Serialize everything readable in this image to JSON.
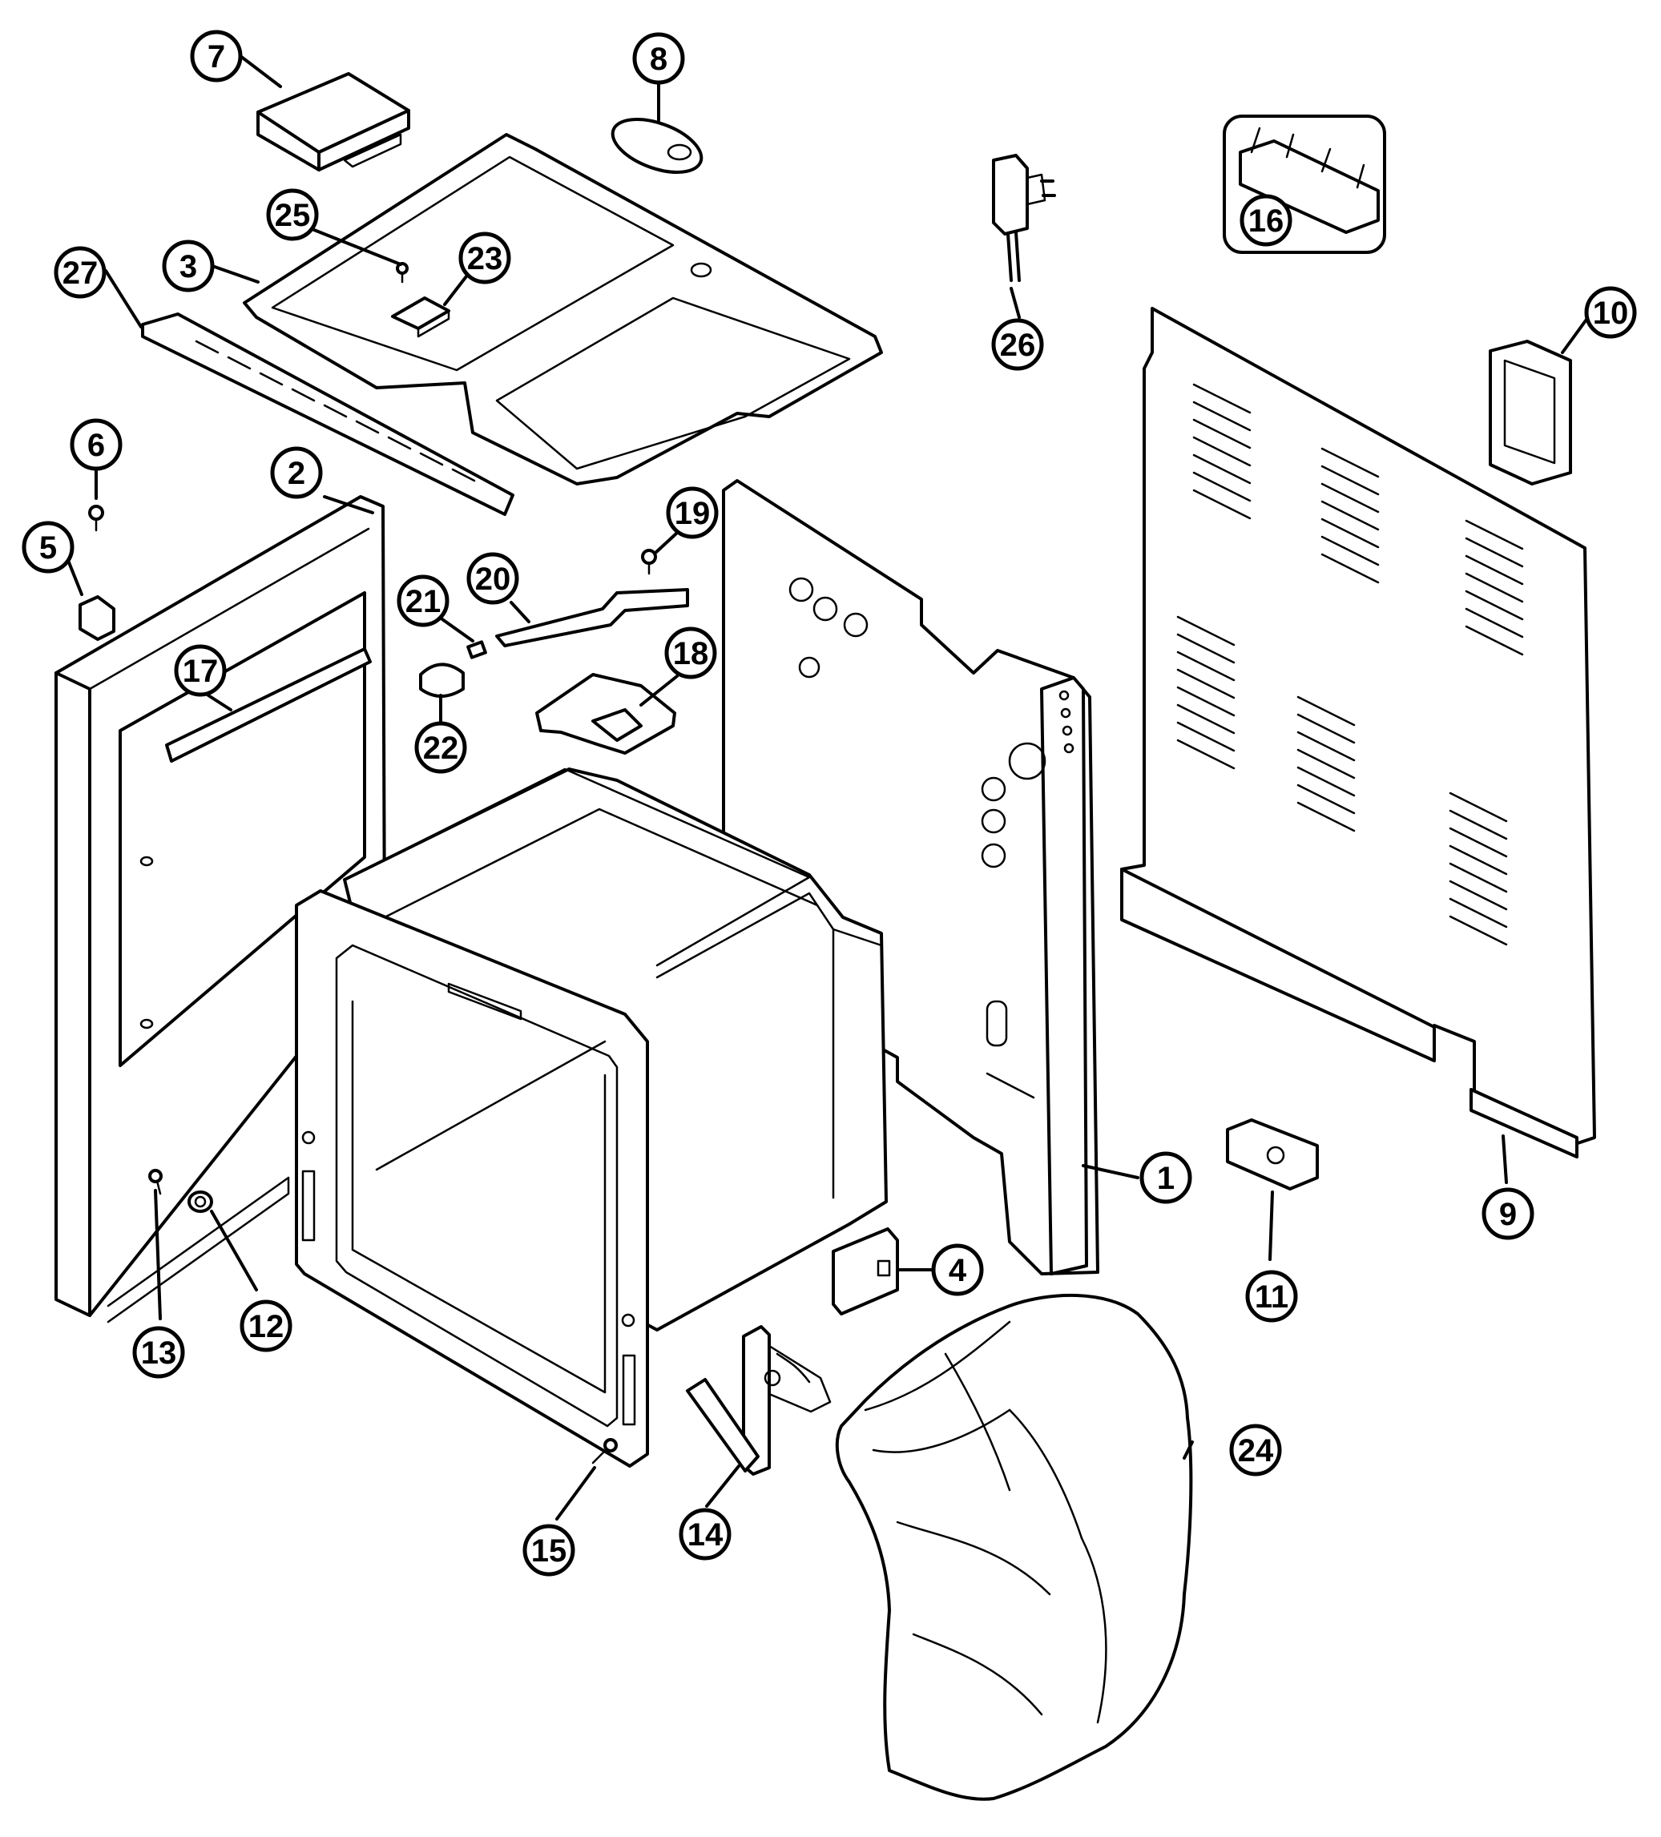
{
  "colors": {
    "line": "#000000",
    "background": "#ffffff"
  },
  "callouts": [
    {
      "label": "1"
    },
    {
      "label": "2"
    },
    {
      "label": "3"
    },
    {
      "label": "4"
    },
    {
      "label": "5"
    },
    {
      "label": "6"
    },
    {
      "label": "7"
    },
    {
      "label": "8"
    },
    {
      "label": "9"
    },
    {
      "label": "10"
    },
    {
      "label": "11"
    },
    {
      "label": "12"
    },
    {
      "label": "13"
    },
    {
      "label": "14"
    },
    {
      "label": "15"
    },
    {
      "label": "16"
    },
    {
      "label": "17"
    },
    {
      "label": "18"
    },
    {
      "label": "19"
    },
    {
      "label": "20"
    },
    {
      "label": "21"
    },
    {
      "label": "22"
    },
    {
      "label": "23"
    },
    {
      "label": "24"
    },
    {
      "label": "25"
    },
    {
      "label": "26"
    },
    {
      "label": "27"
    }
  ]
}
